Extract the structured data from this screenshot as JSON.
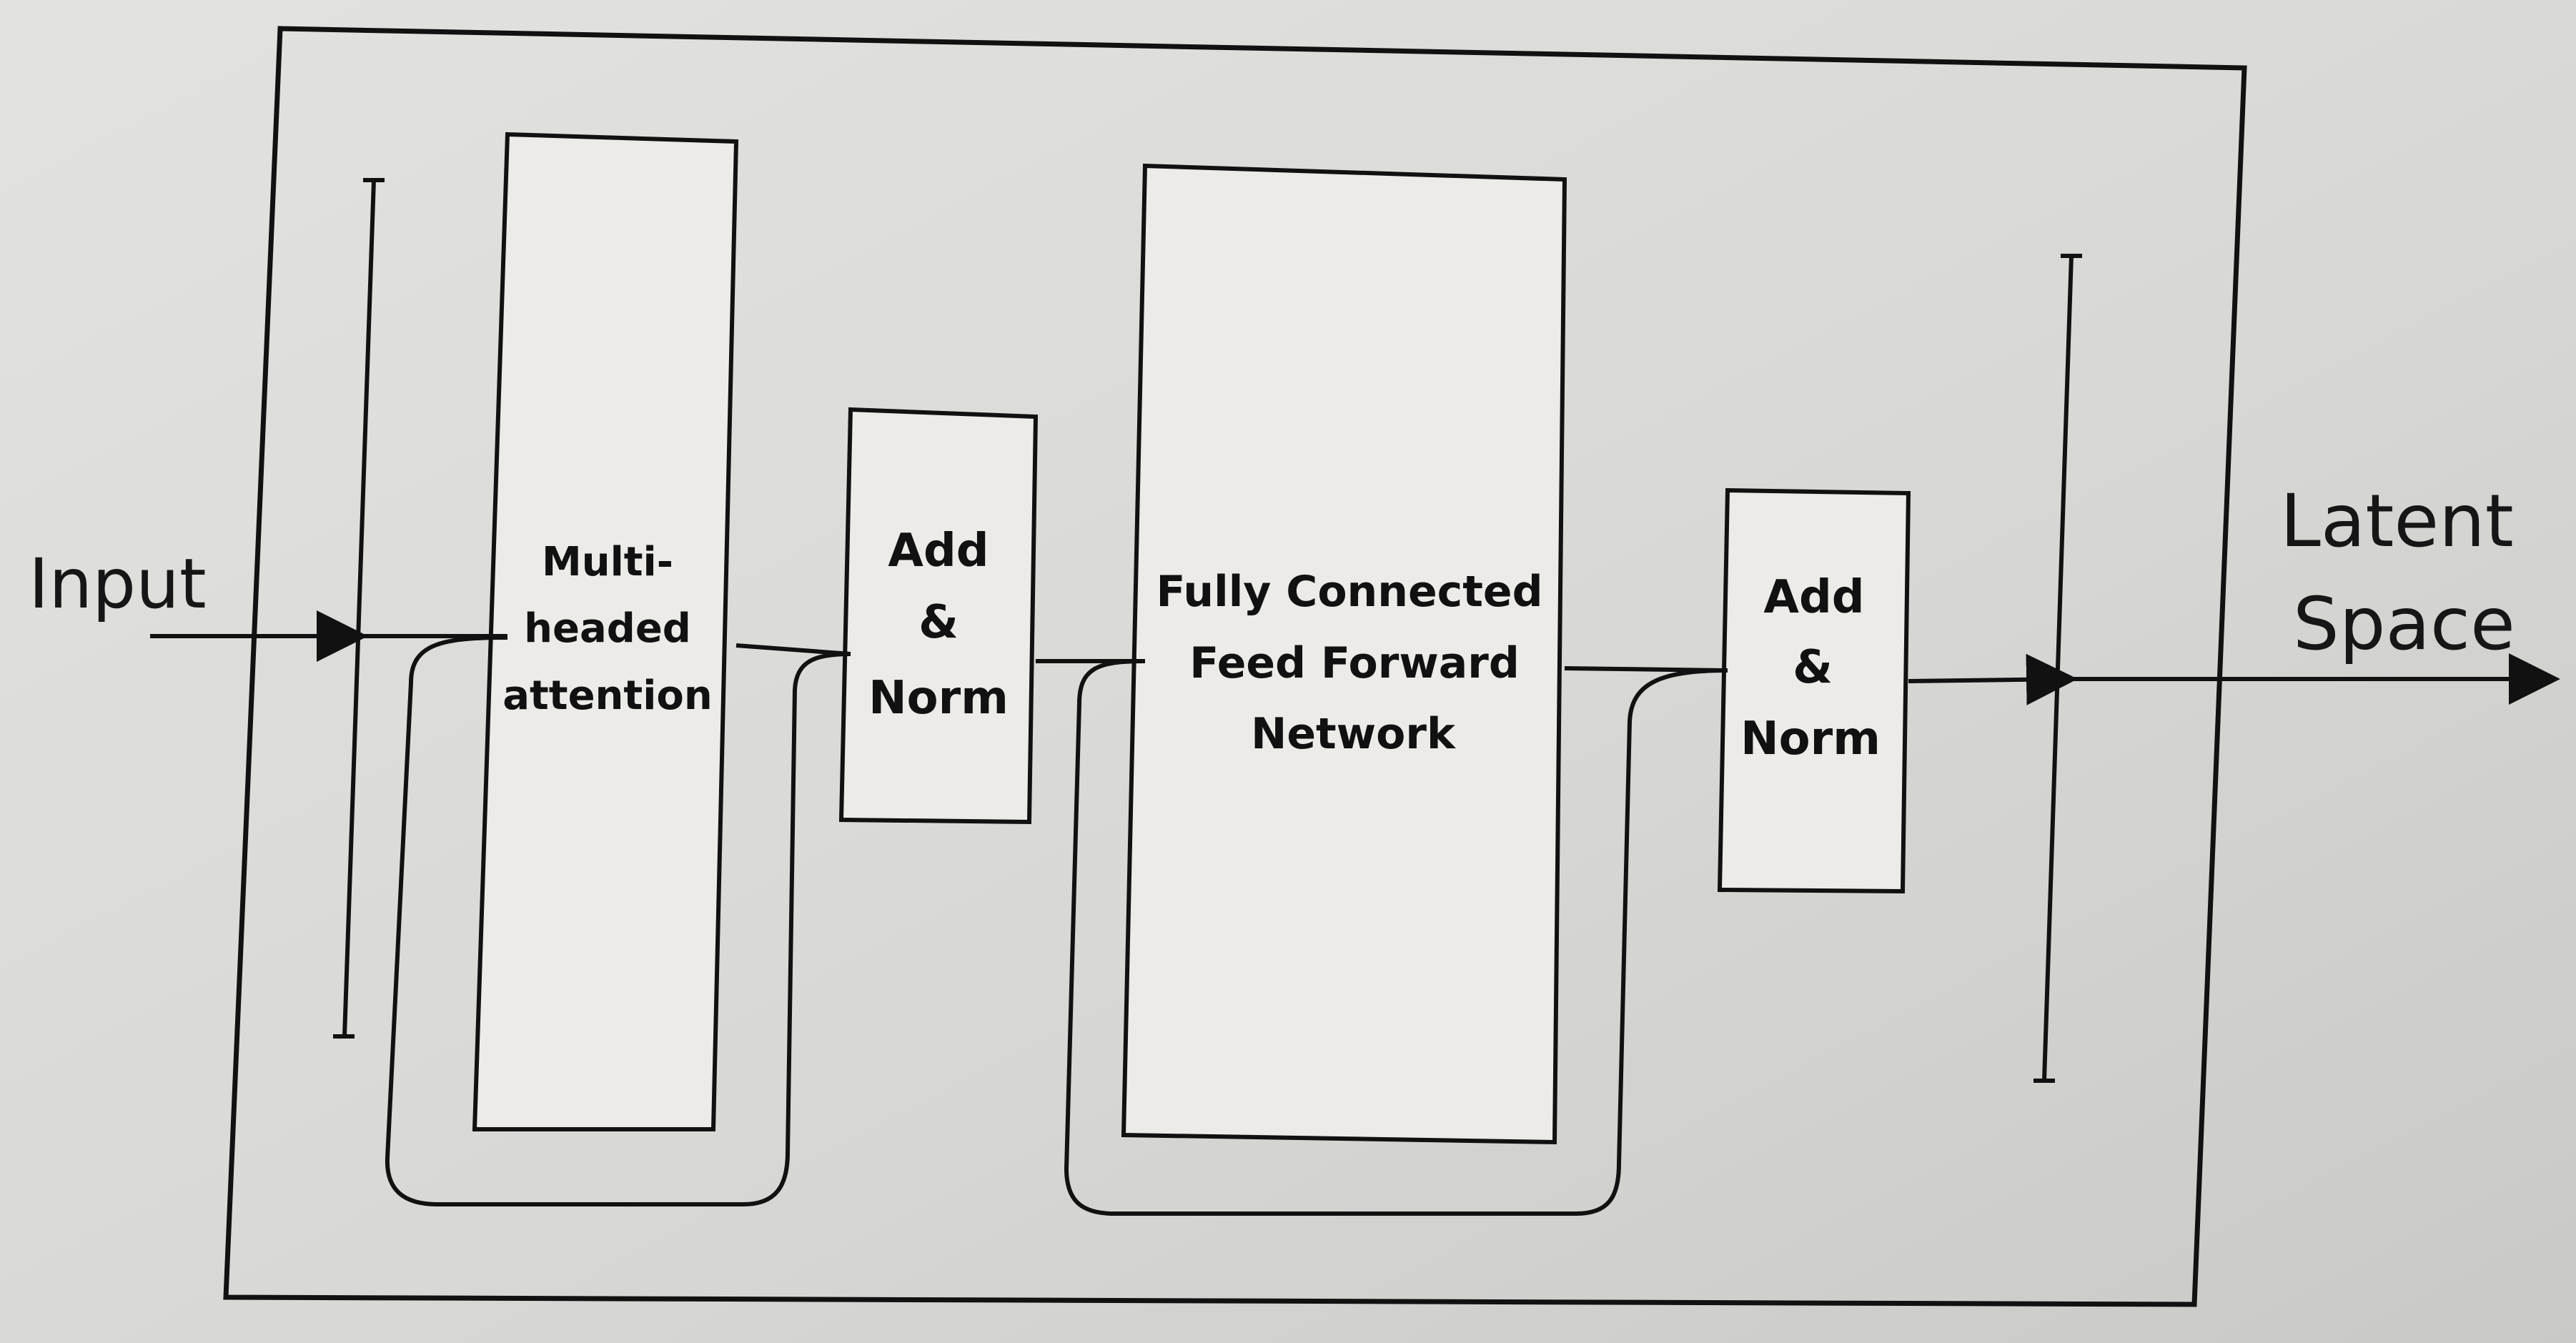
{
  "diagram": {
    "input_label": "Input",
    "output_label": [
      "Latent",
      "Space"
    ],
    "blocks": {
      "attention": [
        "Multi-",
        "headed",
        "attention"
      ],
      "add_norm_1": [
        "Add",
        "&",
        "Norm"
      ],
      "feed_forward": [
        "Fully Connected",
        "Feed Forward",
        "Network"
      ],
      "add_norm_2": [
        "Add",
        "&",
        "Norm"
      ]
    }
  },
  "colors": {
    "paper": "#d9d9d6",
    "ink": "#111111",
    "block_fill": "#ecebe8"
  }
}
